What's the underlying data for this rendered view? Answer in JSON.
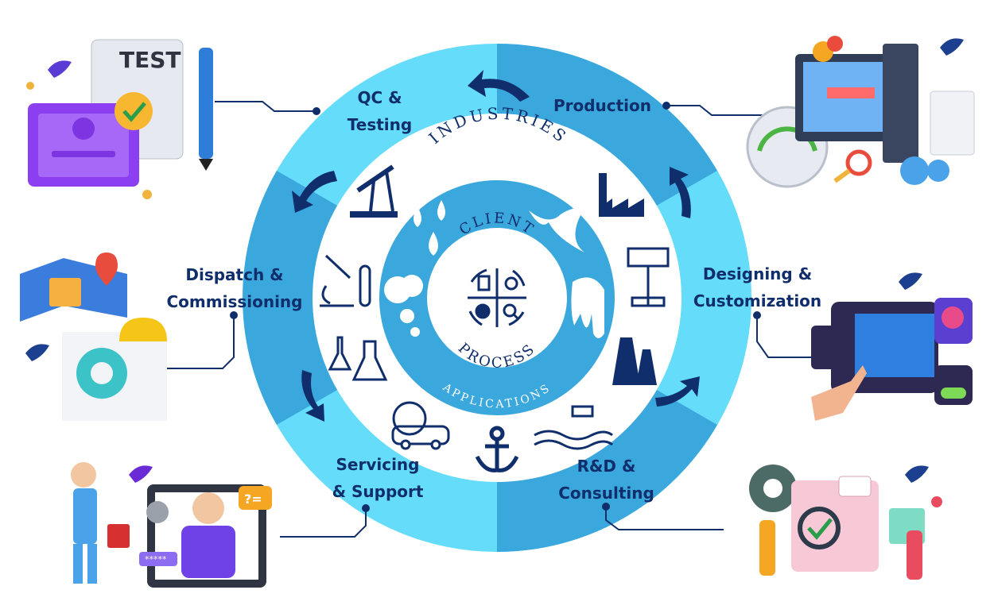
{
  "center": {
    "top_word": "CLIENT",
    "bottom_word": "PROCESS"
  },
  "inner_ring": {
    "top_word": "INDUSTRIES",
    "bottom_word": "APPLICATIONS"
  },
  "stages": [
    {
      "line1": "QC &",
      "line2": "Testing"
    },
    {
      "line1": "Production",
      "line2": ""
    },
    {
      "line1": "Designing &",
      "line2": "Customization"
    },
    {
      "line1": "R&D &",
      "line2": "Consulting"
    },
    {
      "line1": "Servicing",
      "line2": "& Support"
    },
    {
      "line1": "Dispatch &",
      "line2": "Commissioning"
    }
  ],
  "illustrations": {
    "test_document": "TEST",
    "rating_stars": "*****"
  },
  "colors": {
    "outer_ring_light": "#64dcfa",
    "outer_ring_dark": "#3aa7dd",
    "inner_ring": "#3aa7dd",
    "navy": "#0f2e6b",
    "white": "#ffffff"
  }
}
